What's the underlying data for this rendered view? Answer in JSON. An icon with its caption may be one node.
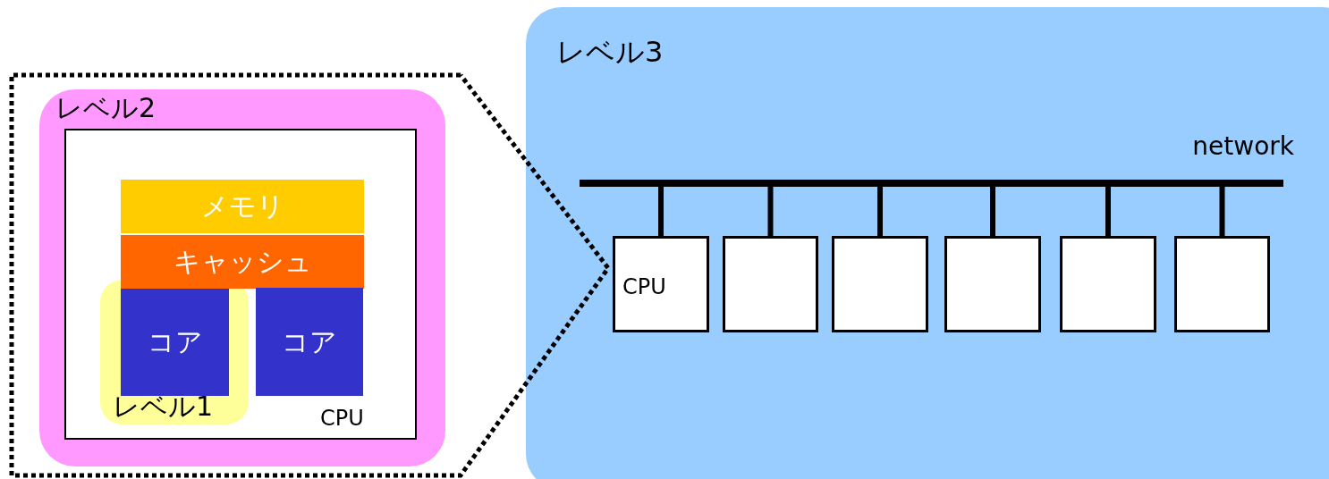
{
  "diagram": {
    "nodes": [
      {
        "text": [
          "レベル2"
        ]
      },
      {
        "text": [
          "CPU"
        ],
        "in": 0
      },
      {
        "text": [
          "メモリ"
        ],
        "in": 1
      },
      {
        "text": [
          "キャッシュ"
        ],
        "in": 1
      },
      {
        "text": [
          "レベル1"
        ],
        "in": 1
      },
      {
        "text": [
          "コア"
        ],
        "in": 4
      },
      {
        "text": [
          "コア"
        ],
        "in": 1
      },
      {
        "text": [
          "レベル3"
        ]
      },
      {
        "text": [
          "network"
        ],
        "in": 7
      },
      {
        "text": [
          "CPU"
        ],
        "in": 7
      },
      {
        "text": [],
        "shape": "box",
        "in": 7
      },
      {
        "text": [],
        "shape": "box",
        "in": 7
      },
      {
        "text": [],
        "shape": "box",
        "in": 7
      },
      {
        "text": [],
        "shape": "box",
        "in": 7
      },
      {
        "text": [],
        "shape": "box",
        "in": 7
      }
    ],
    "edges": [
      {
        "from": 8,
        "to": 9,
        "arrow": "none"
      },
      {
        "from": 8,
        "to": 10,
        "arrow": "none"
      },
      {
        "from": 8,
        "to": 11,
        "arrow": "none"
      },
      {
        "from": 8,
        "to": 12,
        "arrow": "none"
      },
      {
        "from": 8,
        "to": 13,
        "arrow": "none"
      },
      {
        "from": 8,
        "to": 14,
        "arrow": "none"
      }
    ]
  }
}
